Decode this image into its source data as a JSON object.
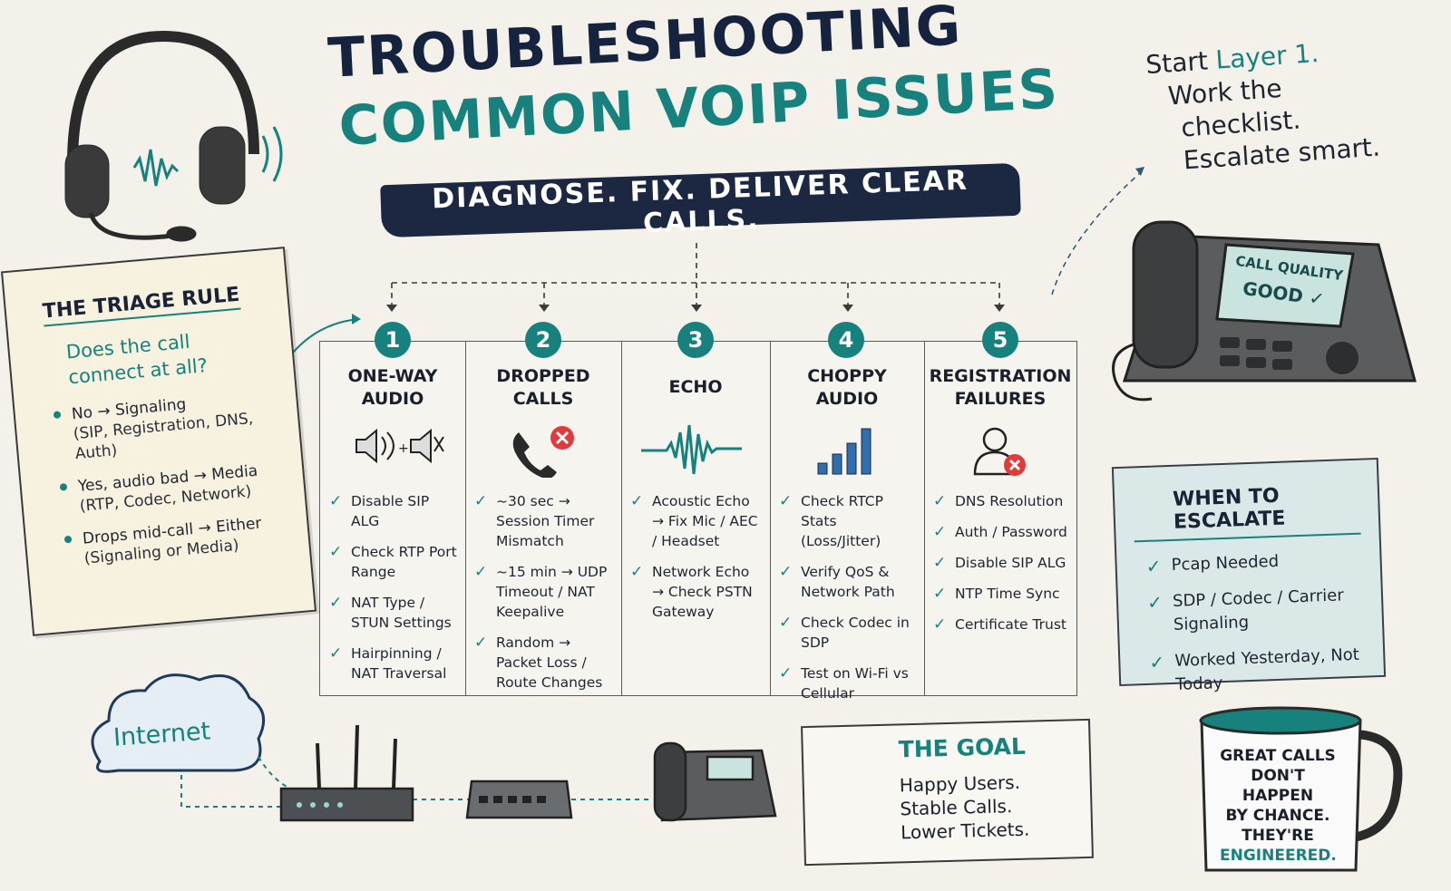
{
  "title": {
    "line1": "TROUBLESHOOTING",
    "line2": "COMMON VOIP ISSUES",
    "banner": "DIAGNOSE. FIX. DELIVER CLEAR CALLS."
  },
  "tagline": {
    "start": "Start ",
    "accent": "Layer 1.",
    "line2": "Work the",
    "line3": "checklist.",
    "line4": "Escalate smart."
  },
  "triage": {
    "title": "THE TRIAGE RULE",
    "question_line1": "Does the call",
    "question_line2": "connect at all?",
    "items": [
      {
        "lead": "No → Signaling",
        "sub": "(SIP, Registration, DNS, Auth)"
      },
      {
        "lead": "Yes, audio bad → Media",
        "sub": "(RTP, Codec, Network)"
      },
      {
        "lead": "Drops mid-call → Either",
        "sub": "(Signaling or Media)"
      }
    ]
  },
  "issues": [
    {
      "number": "1",
      "title_l1": "ONE-WAY",
      "title_l2": "AUDIO",
      "icon": "speaker-mute-icon",
      "items": [
        "Disable SIP ALG",
        "Check RTP Port Range",
        "NAT Type / STUN Settings",
        "Hairpinning / NAT Traversal"
      ]
    },
    {
      "number": "2",
      "title_l1": "DROPPED",
      "title_l2": "CALLS",
      "icon": "phone-error-icon",
      "items": [
        "~30 sec → Session Timer Mismatch",
        "~15 min → UDP Timeout / NAT Keepalive",
        "Random → Packet Loss / Route Changes"
      ]
    },
    {
      "number": "3",
      "title_l1": "ECHO",
      "title_l2": "",
      "icon": "waveform-icon",
      "items": [
        "Acoustic Echo → Fix Mic / AEC / Headset",
        "Network Echo → Check PSTN Gateway"
      ]
    },
    {
      "number": "4",
      "title_l1": "CHOPPY",
      "title_l2": "AUDIO",
      "icon": "signal-bars-icon",
      "items": [
        "Check RTCP Stats (Loss/Jitter)",
        "Verify QoS & Network Path",
        "Check Codec in SDP",
        "Test on Wi-Fi vs Cellular"
      ]
    },
    {
      "number": "5",
      "title_l1": "REGISTRATION",
      "title_l2": "FAILURES",
      "icon": "user-error-icon",
      "items": [
        "DNS Resolution",
        "Auth / Password",
        "Disable SIP ALG",
        "NTP Time Sync",
        "Certificate Trust"
      ]
    }
  ],
  "phone_screen": {
    "line1": "CALL QUALITY",
    "line2": "GOOD ✓"
  },
  "escalate": {
    "title": "WHEN TO ESCALATE",
    "items": [
      "Pcap Needed",
      "SDP / Codec / Carrier Signaling",
      "Worked Yesterday, Not Today"
    ]
  },
  "goal": {
    "title": "THE GOAL",
    "lines": [
      "Happy Users.",
      "Stable Calls.",
      "Lower Tickets."
    ]
  },
  "network": {
    "cloud_label": "Internet"
  },
  "mug": {
    "lines": [
      "GREAT CALLS",
      "DON'T HAPPEN",
      "BY CHANCE.",
      "THEY'RE"
    ],
    "accent": "ENGINEERED."
  },
  "colors": {
    "accent": "#17817d",
    "navy": "#1c2742",
    "error": "#e03a3a",
    "paper": "#f3f1ea"
  }
}
